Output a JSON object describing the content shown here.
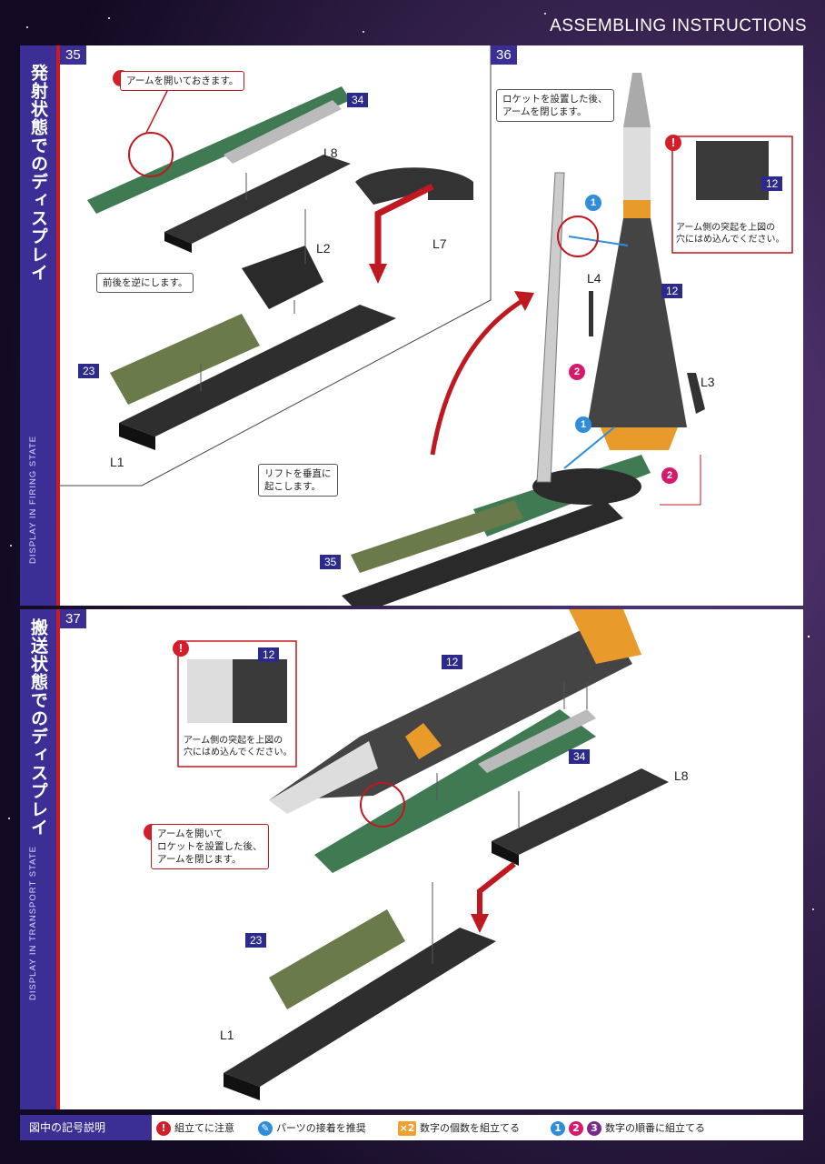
{
  "header": {
    "title": "ASSEMBLING INSTRUCTIONS"
  },
  "sections": {
    "firing": {
      "jp": "発射状態でのディスプレイ",
      "en": "DISPLAY IN FIRING STATE"
    },
    "transport": {
      "jp": "搬送状態でのディスプレイ",
      "en": "DISPLAY IN TRANSPORT STATE"
    }
  },
  "steps": {
    "s35": {
      "number": "35",
      "note_open_arm": "アームを開いておきます。",
      "note_reverse": "前後を逆にします。",
      "part_34": "34",
      "part_23": "23",
      "L8": "L8",
      "L2": "L2",
      "L7": "L7",
      "L1": "L1"
    },
    "s36": {
      "number": "36",
      "note_close_arm_1": "ロケットを設置した後、",
      "note_close_arm_2": "アームを閉じます。",
      "note_insert_1": "アーム側の突起を上図の",
      "note_insert_2": "穴にはめ込んでください。",
      "note_lift_1": "リフトを垂直に",
      "note_lift_2": "起こします。",
      "part_12a": "12",
      "part_12b": "12",
      "part_35": "35",
      "L4": "L4",
      "L3": "L3",
      "n1": "1",
      "n2": "2"
    },
    "s37": {
      "number": "37",
      "note_insert_1": "アーム側の突起を上図の",
      "note_insert_2": "穴にはめ込んでください。",
      "note_open_1": "アームを開いて",
      "note_open_2": "ロケットを設置した後、",
      "note_open_3": "アームを閉じます。",
      "part_12a": "12",
      "part_12b": "12",
      "part_34": "34",
      "part_23": "23",
      "L8": "L8",
      "L1": "L1"
    }
  },
  "legend": {
    "title": "図中の記号説明",
    "caution": "組立てに注意",
    "glue": "パーツの接着を推奨",
    "count_icon": "×2",
    "count": "数字の個数を組立てる",
    "order": "数字の順番に組立てる",
    "o1": "1",
    "o2": "2",
    "o3": "3"
  },
  "colors": {
    "accent": "#3b2f95",
    "warning": "#d41e2a",
    "stripe": "#d01820"
  }
}
